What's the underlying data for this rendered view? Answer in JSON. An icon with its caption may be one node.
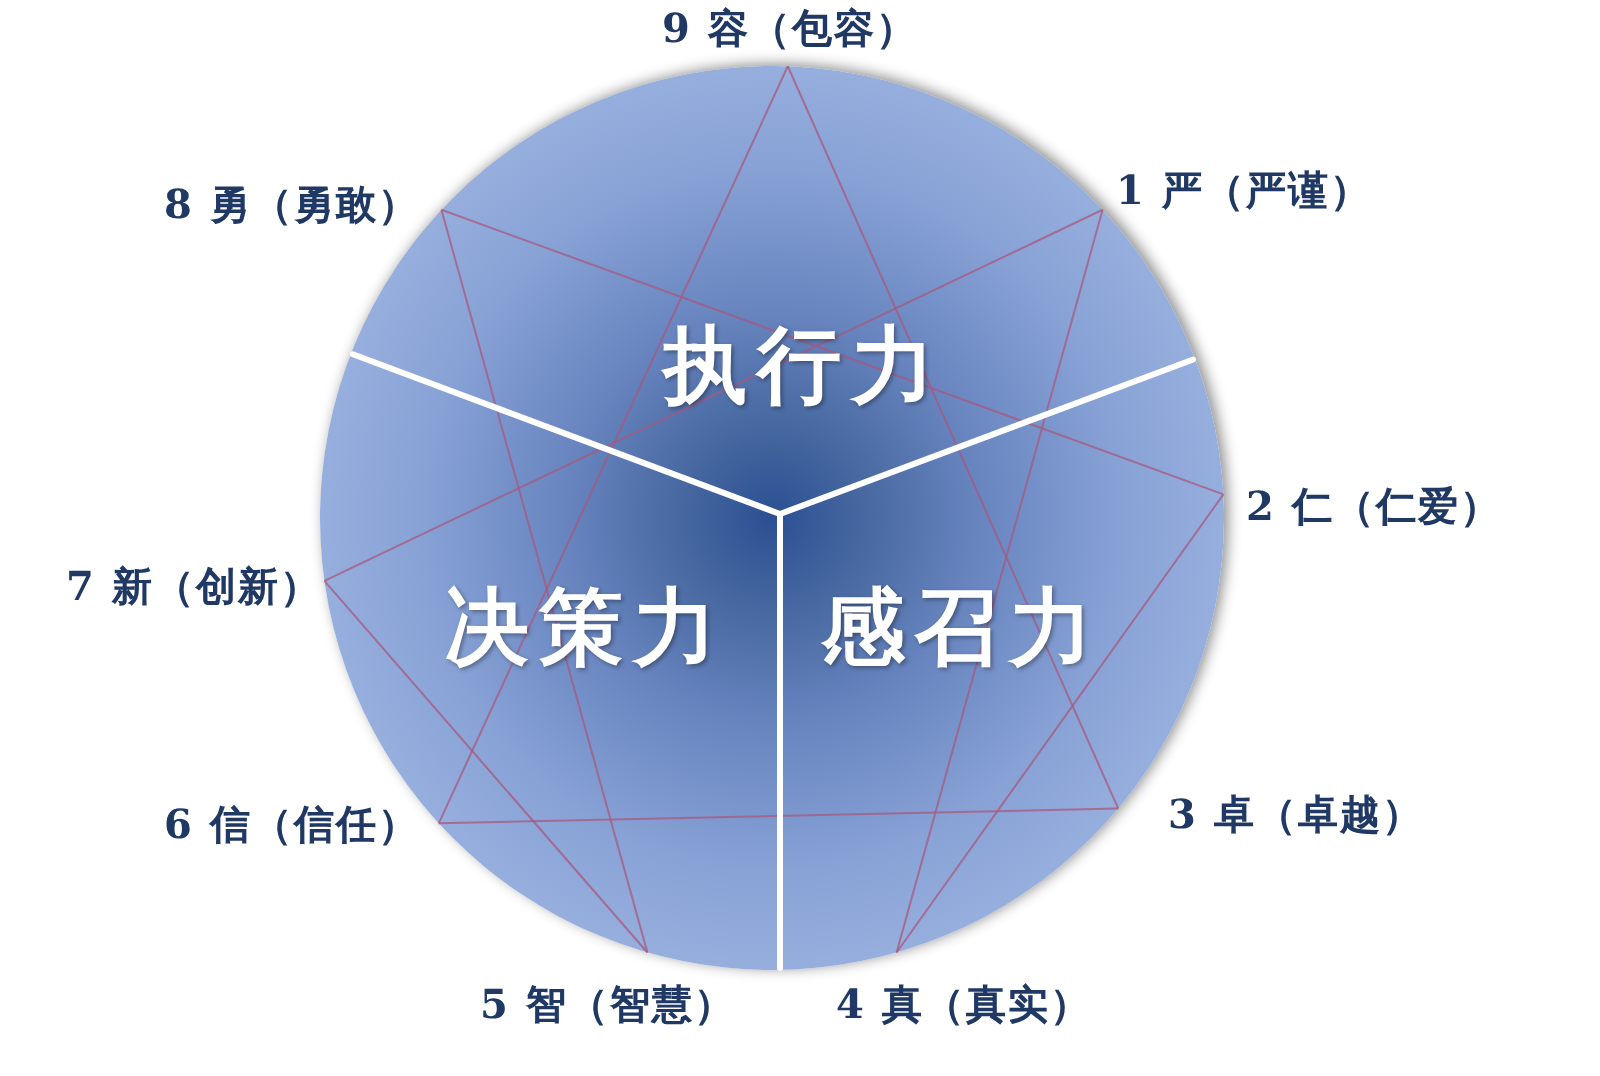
{
  "diagram": {
    "nodes": [
      {
        "text": [
          "1 严（严谨）"
        ]
      },
      {
        "text": [
          "2 仁（仁爱）"
        ]
      },
      {
        "text": [
          "3 卓（卓越）"
        ]
      },
      {
        "text": [
          "4 真（真实）"
        ]
      },
      {
        "text": [
          "5 智（智慧）"
        ]
      },
      {
        "text": [
          "6 信（信任）"
        ]
      },
      {
        "text": [
          "7 新（创新）"
        ]
      },
      {
        "text": [
          "8 勇（勇敢）"
        ]
      },
      {
        "text": [
          "9 容（包容）"
        ]
      }
    ],
    "edges": [
      {
        "from": 8,
        "to": 2,
        "arrow": "none"
      },
      {
        "from": 2,
        "to": 5,
        "arrow": "none"
      },
      {
        "from": 5,
        "to": 8,
        "arrow": "none"
      },
      {
        "from": 0,
        "to": 3,
        "arrow": "none"
      },
      {
        "from": 3,
        "to": 1,
        "arrow": "none"
      },
      {
        "from": 1,
        "to": 7,
        "arrow": "none"
      },
      {
        "from": 7,
        "to": 4,
        "arrow": "none"
      },
      {
        "from": 4,
        "to": 6,
        "arrow": "none"
      },
      {
        "from": 6,
        "to": 0,
        "arrow": "none"
      }
    ],
    "labels": [
      "执行力",
      "决策力",
      "感召力"
    ]
  }
}
